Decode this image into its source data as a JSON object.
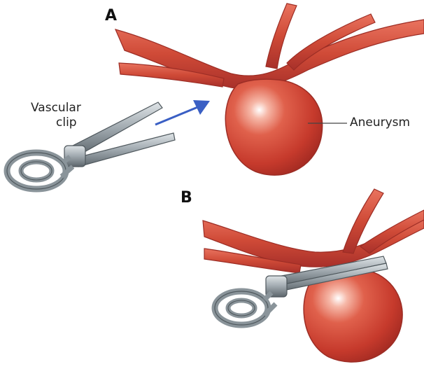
{
  "panels": [
    {
      "letter": "A"
    },
    {
      "letter": "B"
    }
  ],
  "labels": {
    "clip_line1": "Vascular",
    "clip_line2": "clip",
    "aneurysm": "Aneurysm"
  },
  "colors": {
    "vessel": "#cf4a37",
    "vessel_dark": "#b3332a",
    "vessel_light": "#ea7a66",
    "aneurysm_highlight": "#ffffff",
    "clip_metal": "#9fa8ae",
    "clip_dark": "#5d666c",
    "arrow": "#3a5fc4"
  }
}
